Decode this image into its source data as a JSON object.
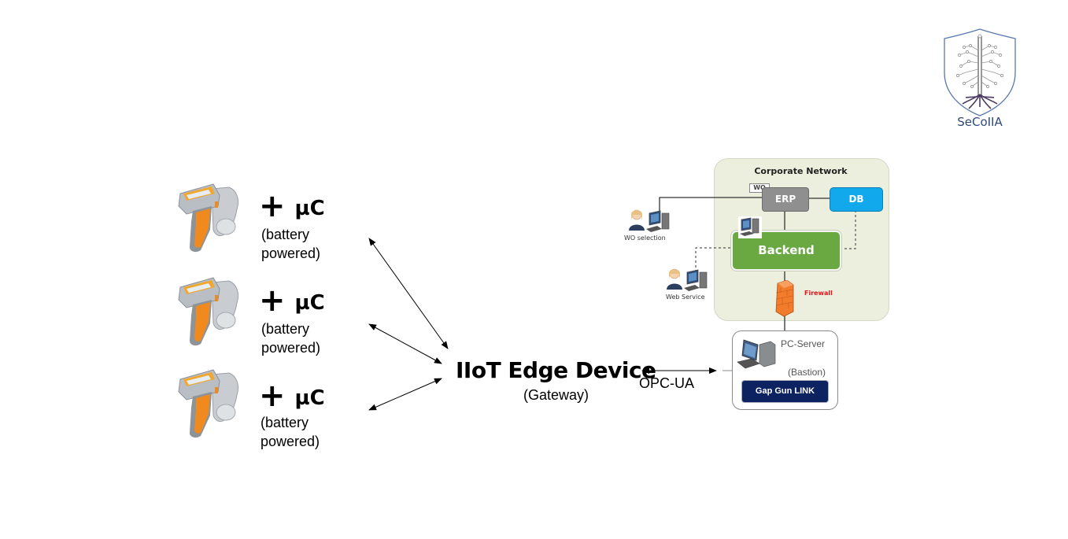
{
  "logo": {
    "name": "SeCoIIA",
    "icon": "shield-tree-icon"
  },
  "devices": [
    {
      "icon": "gap-gun-icon",
      "plus": "+",
      "mcu": "µC",
      "note_line1": "(battery",
      "note_line2": "powered)"
    },
    {
      "icon": "gap-gun-icon",
      "plus": "+",
      "mcu": "µC",
      "note_line1": "(battery",
      "note_line2": "powered)"
    },
    {
      "icon": "gap-gun-icon",
      "plus": "+",
      "mcu": "µC",
      "note_line1": "(battery",
      "note_line2": "powered)"
    }
  ],
  "edge_device": {
    "title": "IIoT Edge Device",
    "subtitle": "(Gateway)"
  },
  "link_protocol": "OPC-UA",
  "corporate_network": {
    "title": "Corporate Network",
    "wo_tag": "WO",
    "erp": "ERP",
    "db": "DB",
    "backend": "Backend",
    "firewall": "Firewall",
    "wo_selection": "WO selection",
    "web_service": "Web Service"
  },
  "pc_server": {
    "title": "PC-Server",
    "role": "(Bastion)",
    "app": "Gap Gun LINK"
  },
  "colors": {
    "erp": "#8f8f8f",
    "db": "#12a9ec",
    "backend": "#6aa842",
    "firewall_label": "#e8141b",
    "gapgun_link": "#0c2261",
    "corporate_bg": "#ecefdd",
    "logo_text": "#2f4a7a"
  }
}
